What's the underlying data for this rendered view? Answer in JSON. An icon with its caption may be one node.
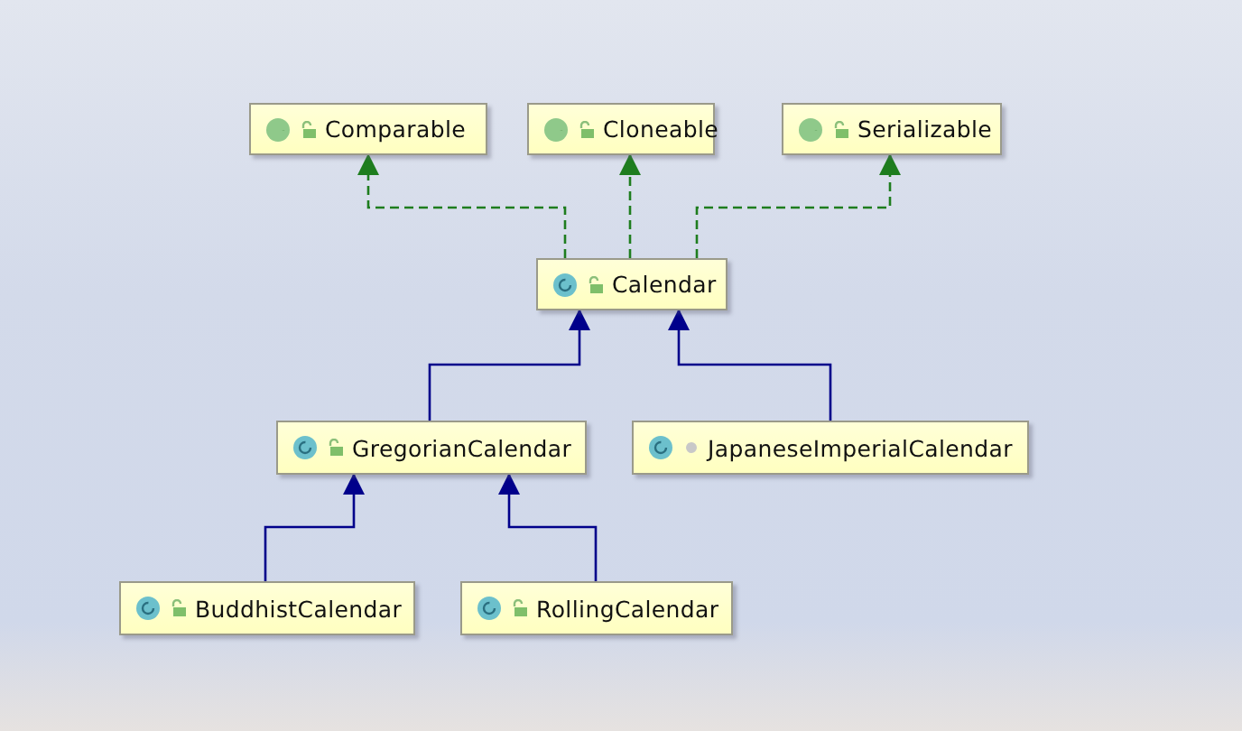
{
  "diagram": {
    "nodes": [
      {
        "text": [
          "Comparable"
        ]
      },
      {
        "text": [
          "Cloneable"
        ]
      },
      {
        "text": [
          "Serializable"
        ]
      },
      {
        "text": [
          "Calendar"
        ]
      },
      {
        "text": [
          "GregorianCalendar"
        ]
      },
      {
        "text": [
          "JapaneseImperialCalendar"
        ]
      },
      {
        "text": [
          "BuddhistCalendar"
        ]
      },
      {
        "text": [
          "RollingCalendar"
        ]
      }
    ],
    "edges": [
      {
        "from": 3,
        "to": 0,
        "arrow": "to",
        "style": "dashed",
        "color": "#1e7d1e"
      },
      {
        "from": 3,
        "to": 1,
        "arrow": "to",
        "style": "dashed",
        "color": "#1e7d1e"
      },
      {
        "from": 3,
        "to": 2,
        "arrow": "to",
        "style": "dashed",
        "color": "#1e7d1e"
      },
      {
        "from": 4,
        "to": 3,
        "arrow": "to"
      },
      {
        "from": 5,
        "to": 3,
        "arrow": "to"
      },
      {
        "from": 6,
        "to": 4,
        "arrow": "to"
      },
      {
        "from": 7,
        "to": 4,
        "arrow": "to"
      }
    ]
  }
}
